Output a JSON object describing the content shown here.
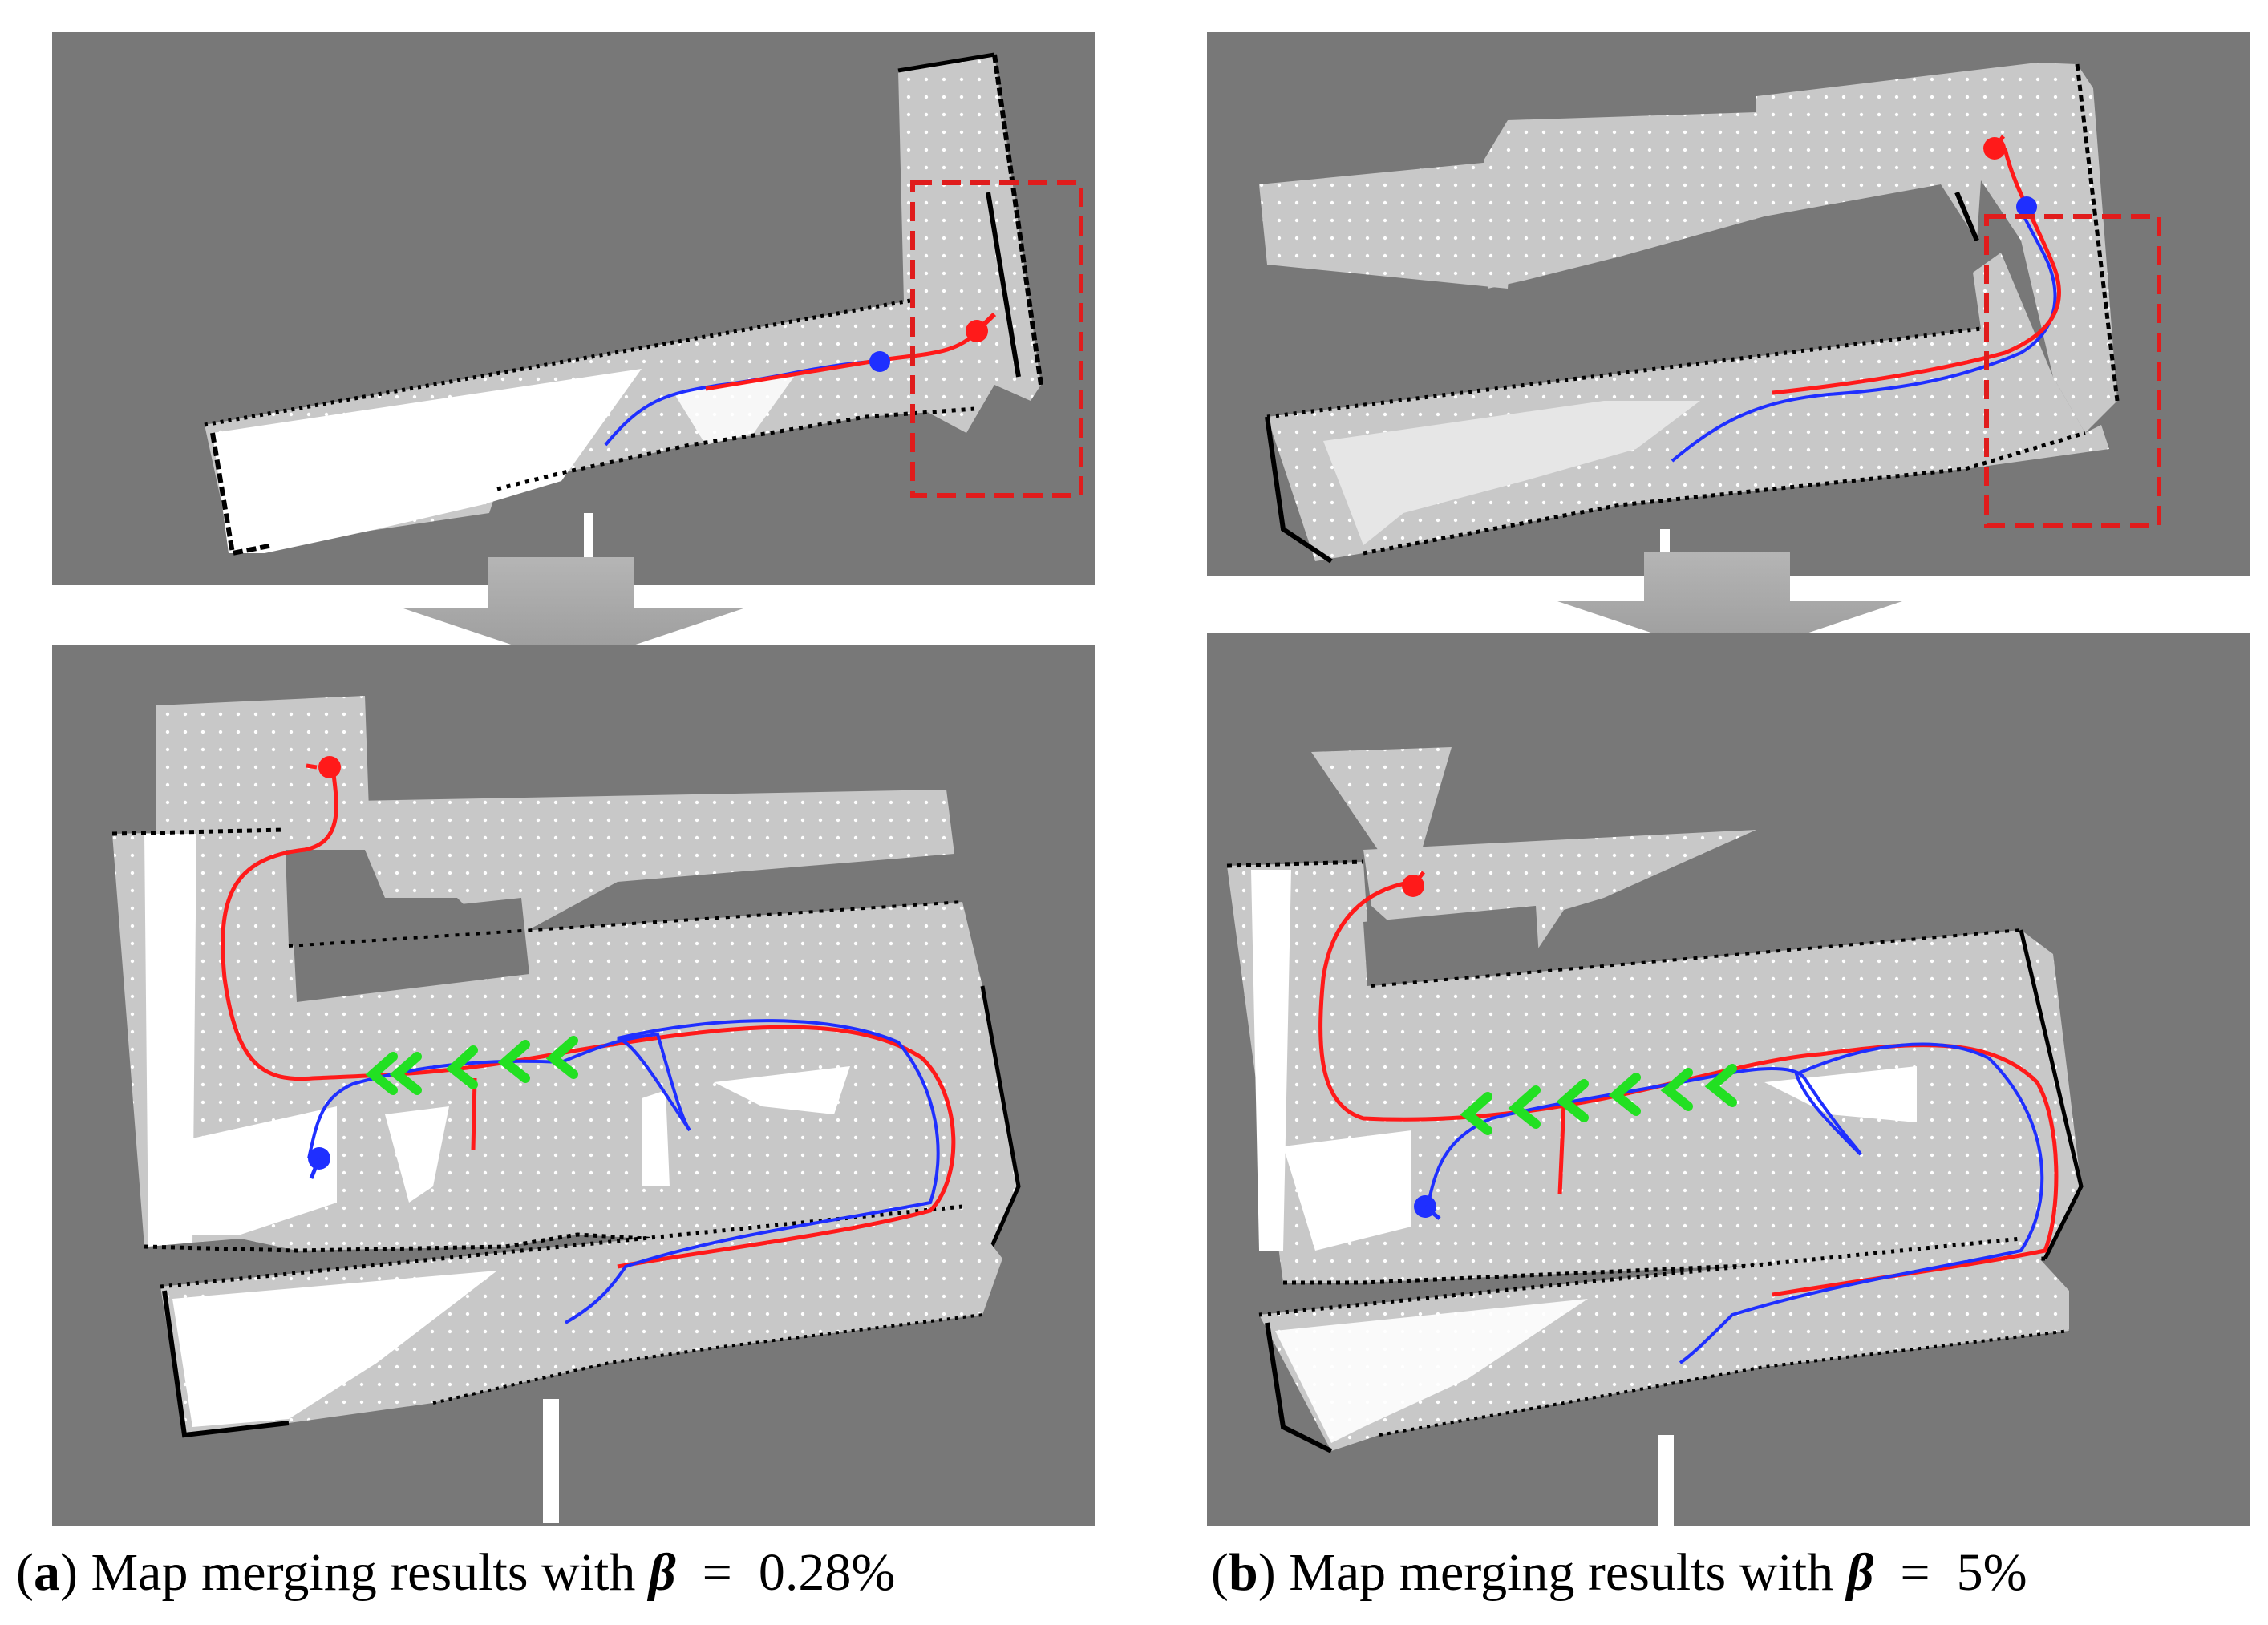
{
  "figure": {
    "panels": [
      {
        "id": "a",
        "letter": "a",
        "text": " Map merging results with ",
        "symbol": "β",
        "value": "0.28%"
      },
      {
        "id": "b",
        "letter": "b",
        "text": " Map merging results with ",
        "symbol": "β",
        "value": "5%"
      }
    ]
  },
  "colors": {
    "background": "#787878",
    "free_space": "#c8c8c8",
    "unseen_bright": "#ffffff",
    "obstacle": "#000000",
    "robot_red_trajectory": "#ff1a1a",
    "robot_blue_trajectory": "#1f2fff",
    "overlap_arrows": "#22e022",
    "region_box": "#e01c1c",
    "merge_arrow": "#a9a9a9"
  },
  "icons": {
    "down_arrow": "merge-arrow-icon",
    "overlap": "chevron-left-icon",
    "robot_pose": "robot-pose-marker-icon"
  }
}
